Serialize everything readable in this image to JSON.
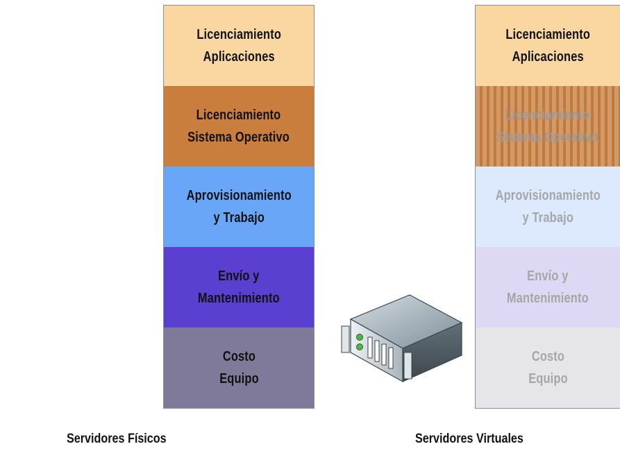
{
  "physical": {
    "caption": "Servidores Físicos",
    "blocks": [
      {
        "label": "Licenciamiento\nAplicaciones",
        "color": "#fad7a0",
        "text_color": "#111111"
      },
      {
        "label": "Licenciamiento\nSistema Operativo",
        "color": "#c97e3e",
        "text_color": "#111111"
      },
      {
        "label": "Aprovisionamiento\ny Trabajo",
        "color": "#6aa6f7",
        "text_color": "#111111"
      },
      {
        "label": "Envío y\nMantenimiento",
        "color": "#5a3fd0",
        "text_color": "#111111"
      },
      {
        "label": "Costo\nEquipo",
        "color": "#7f7a9a",
        "text_color": "#111111"
      }
    ]
  },
  "virtual": {
    "caption": "Servidores Virtuales",
    "blocks": [
      {
        "label": "Licenciamiento\nAplicaciones",
        "color": "#fad7a0",
        "text_color": "#111111"
      },
      {
        "label": "Licenciamiento\nSistema Operativo",
        "color": "#d49a66",
        "text_color": "#9a9a9a",
        "striped": true
      },
      {
        "label": "Aprovisionamiento\ny Trabajo",
        "color": "#dde9fc",
        "text_color": "#a6a6a6"
      },
      {
        "label": "Envío y\nMantenimiento",
        "color": "#ddd9f5",
        "text_color": "#a6a6a6"
      },
      {
        "label": "Costo\nEquipo",
        "color": "#e6e6ea",
        "text_color": "#a6a6a6"
      }
    ]
  },
  "icons": {
    "physical_servers": "rack-server-cluster-icon",
    "virtual_server": "rack-server-icon"
  }
}
